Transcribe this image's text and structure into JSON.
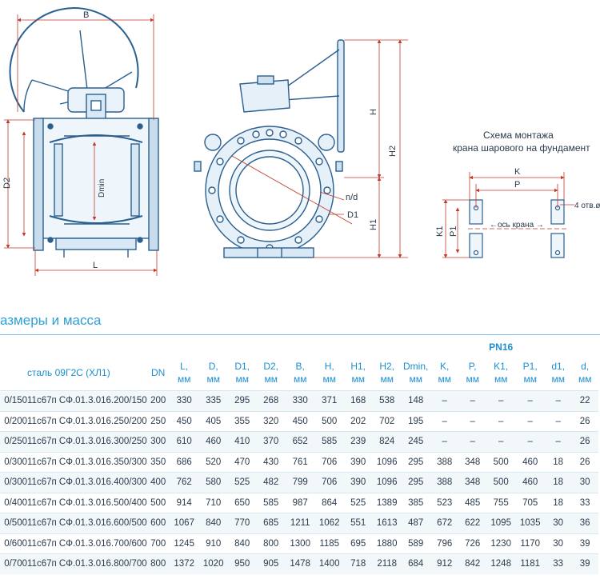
{
  "drawing": {
    "front_view": {
      "dim_B": "B",
      "dim_D2": "D2",
      "dim_Dmin": "Dmin",
      "dim_L": "L"
    },
    "side_view": {
      "dim_H": "H",
      "dim_H2": "H2",
      "dim_H1": "H1",
      "dim_nd": "n/d",
      "dim_D1": "D1"
    },
    "mounting": {
      "title_line1": "Схема монтажа",
      "title_line2": "крана шарового на фундамент",
      "dim_K": "K",
      "dim_P": "P",
      "dim_K1": "K1",
      "dim_P1": "P1",
      "axis_label": "←ось крана →",
      "holes_label": "4 отв.ø"
    }
  },
  "section": {
    "title": "азмеры и масса"
  },
  "table": {
    "group_header": "PN16",
    "material_header": "сталь 09Г2С (ХЛ1)",
    "columns": [
      {
        "top": "DN",
        "unit": ""
      },
      {
        "top": "L,",
        "unit": "мм"
      },
      {
        "top": "D,",
        "unit": "мм"
      },
      {
        "top": "D1,",
        "unit": "мм"
      },
      {
        "top": "D2,",
        "unit": "мм"
      },
      {
        "top": "B,",
        "unit": "мм"
      },
      {
        "top": "H,",
        "unit": "мм"
      },
      {
        "top": "H1,",
        "unit": "мм"
      },
      {
        "top": "H2,",
        "unit": "мм"
      },
      {
        "top": "Dmin,",
        "unit": "мм"
      },
      {
        "top": "K,",
        "unit": "мм"
      },
      {
        "top": "P,",
        "unit": "мм"
      },
      {
        "top": "K1,",
        "unit": "мм"
      },
      {
        "top": "P1,",
        "unit": "мм"
      },
      {
        "top": "d1,",
        "unit": "мм"
      },
      {
        "top": "d,",
        "unit": "мм"
      }
    ],
    "rows": [
      [
        "0/150",
        "11с67п СФ.01.3.016.200/150",
        "200",
        "330",
        "335",
        "295",
        "268",
        "330",
        "371",
        "168",
        "538",
        "148",
        "–",
        "–",
        "–",
        "–",
        "–",
        "22"
      ],
      [
        "0/200",
        "11с67п СФ.01.3.016.250/200",
        "250",
        "450",
        "405",
        "355",
        "320",
        "450",
        "500",
        "202",
        "702",
        "195",
        "–",
        "–",
        "–",
        "–",
        "–",
        "26"
      ],
      [
        "0/250",
        "11с67п СФ.01.3.016.300/250",
        "300",
        "610",
        "460",
        "410",
        "370",
        "652",
        "585",
        "239",
        "824",
        "245",
        "–",
        "–",
        "–",
        "–",
        "–",
        "26"
      ],
      [
        "0/300",
        "11с67п СФ.01.3.016.350/300",
        "350",
        "686",
        "520",
        "470",
        "430",
        "761",
        "706",
        "390",
        "1096",
        "295",
        "388",
        "348",
        "500",
        "460",
        "18",
        "26"
      ],
      [
        "0/300",
        "11с67п СФ.01.3.016.400/300",
        "400",
        "762",
        "580",
        "525",
        "482",
        "799",
        "706",
        "390",
        "1096",
        "295",
        "388",
        "348",
        "500",
        "460",
        "18",
        "30"
      ],
      [
        "0/400",
        "11с67п СФ.01.3.016.500/400",
        "500",
        "914",
        "710",
        "650",
        "585",
        "987",
        "864",
        "525",
        "1389",
        "385",
        "523",
        "485",
        "755",
        "705",
        "18",
        "33"
      ],
      [
        "0/500",
        "11с67п СФ.01.3.016.600/500",
        "600",
        "1067",
        "840",
        "770",
        "685",
        "1211",
        "1062",
        "551",
        "1613",
        "487",
        "672",
        "622",
        "1095",
        "1035",
        "30",
        "36"
      ],
      [
        "0/600",
        "11с67п СФ.01.3.016.700/600",
        "700",
        "1245",
        "910",
        "840",
        "800",
        "1300",
        "1185",
        "695",
        "1880",
        "589",
        "796",
        "726",
        "1230",
        "1170",
        "30",
        "39"
      ],
      [
        "0/700",
        "11с67п СФ.01.3.016.800/700",
        "800",
        "1372",
        "1020",
        "950",
        "905",
        "1478",
        "1400",
        "718",
        "2118",
        "684",
        "912",
        "842",
        "1248",
        "1181",
        "33",
        "39"
      ]
    ]
  }
}
